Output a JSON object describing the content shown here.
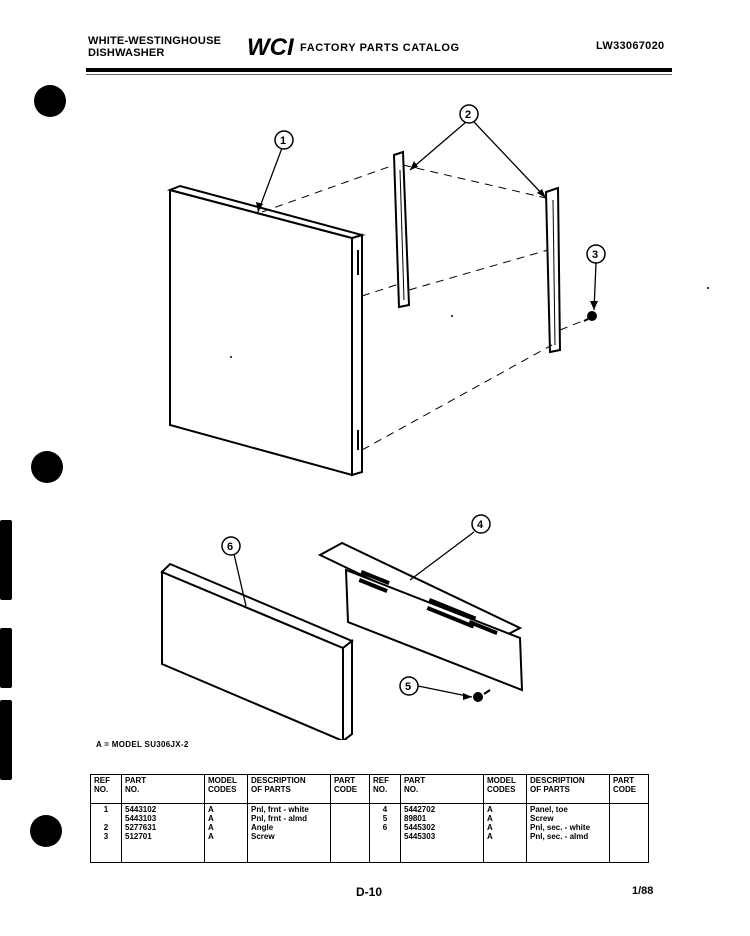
{
  "header": {
    "brand_line1": "WHITE-WESTINGHOUSE",
    "brand_line2": "DISHWASHER",
    "logo_text": "WCI",
    "catalog_title": "FACTORY PARTS CATALOG",
    "catalog_number": "LW33067020"
  },
  "callouts": [
    "1",
    "2",
    "3",
    "4",
    "5",
    "6"
  ],
  "model_note": "A = MODEL SU306JX-2",
  "table": {
    "headers": {
      "ref": [
        "REF",
        "NO."
      ],
      "part": [
        "PART",
        "NO."
      ],
      "model": [
        "MODEL",
        "CODES"
      ],
      "desc": [
        "DESCRIPTION",
        "OF PARTS"
      ],
      "code": [
        "PART",
        "CODE"
      ]
    },
    "left": {
      "refs": [
        "1",
        "",
        "2",
        "3"
      ],
      "parts": [
        "5443102",
        "5443103",
        "5277631",
        "512701"
      ],
      "models": [
        "A",
        "A",
        "A",
        "A"
      ],
      "descs": [
        "Pnl, frnt - white",
        "Pnl, frnt - almd",
        "Angle",
        "Screw"
      ]
    },
    "right": {
      "refs": [
        "4",
        "5",
        "6",
        ""
      ],
      "parts": [
        "5442702",
        "89801",
        "5445302",
        "5445303"
      ],
      "models": [
        "A",
        "A",
        "A",
        "A"
      ],
      "descs": [
        "Panel, toe",
        "Screw",
        "Pnl, sec. - white",
        "Pnl, sec. - almd"
      ]
    }
  },
  "footer": {
    "page": "D-10",
    "date": "1/88"
  }
}
